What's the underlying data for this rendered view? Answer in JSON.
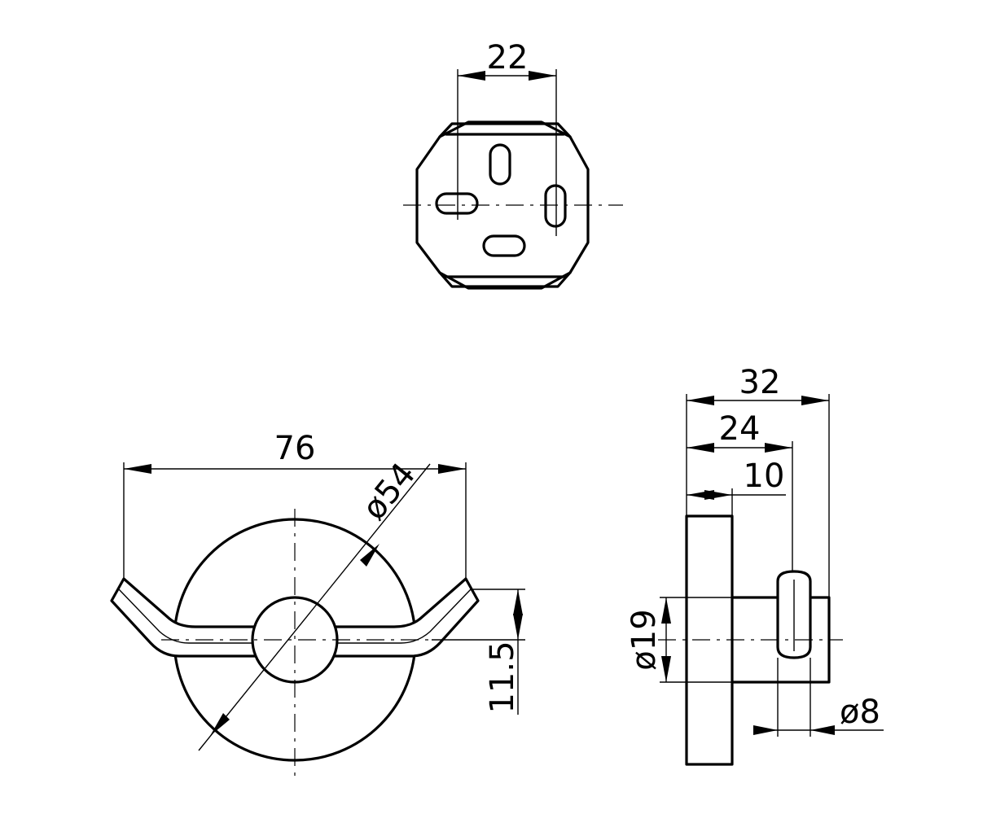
{
  "dimensions": {
    "top_view_width": "22",
    "overall_width": "76",
    "base_diameter": "ø54",
    "hook_offset": "11.5",
    "depth_total": "32",
    "depth_to_hook": "24",
    "plate_thickness": "10",
    "stem_diameter": "ø19",
    "hook_diameter": "ø8"
  }
}
